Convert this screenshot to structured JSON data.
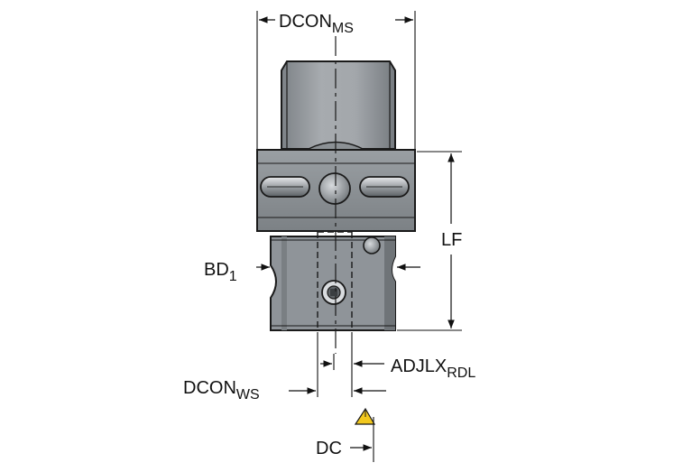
{
  "labels": {
    "dcon_ms": {
      "main": "DCON",
      "sub": "MS"
    },
    "lf": {
      "main": "LF"
    },
    "bd1": {
      "main": "BD",
      "sub": "1"
    },
    "adjlx_rdl": {
      "main": "ADJLX",
      "sub": "RDL"
    },
    "dcon_ws": {
      "main": "DCON",
      "sub": "WS"
    },
    "dc": {
      "main": "DC"
    }
  },
  "colors": {
    "body": "#8f9499",
    "body_dark": "#5f6468",
    "body_light": "#b4b8bc",
    "outline": "#1a1a1a",
    "insert": "#f2c81e"
  }
}
